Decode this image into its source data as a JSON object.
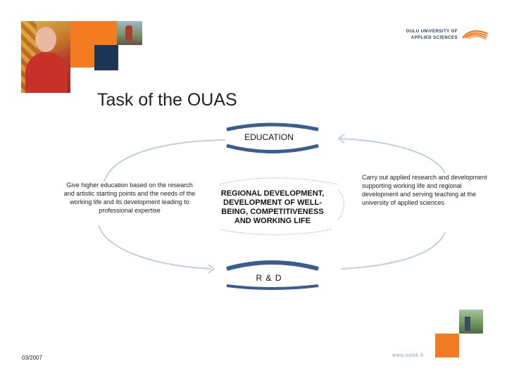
{
  "title": "Task of the OUAS",
  "logo": {
    "line1": "OULU UNIVERSITY OF",
    "line2": "APPLIED SCIENCES",
    "icon": "ouas-wave-logo-icon"
  },
  "diagram": {
    "top_label": "EDUCATION",
    "bottom_label": "R & D",
    "center_label": "REGIONAL DEVELOPMENT, DEVELOPMENT OF WELL-BEING, COMPETITIVENESS AND WORKING LIFE",
    "left_text": "Give higher education based on the research and artistic starting points and the needs of the working life and its development leading to professional expertise",
    "right_text": "Carry out applied research and development supporting working life and regional development and serving teaching at the university of applied sciences"
  },
  "footer": {
    "date": "03/2007",
    "url": "www.oamk.fi"
  },
  "colors": {
    "accent_orange": "#f47c20",
    "navy": "#1d3557",
    "band_blue": "#3a5d8f",
    "arrow_gray": "#c3cfdb"
  }
}
